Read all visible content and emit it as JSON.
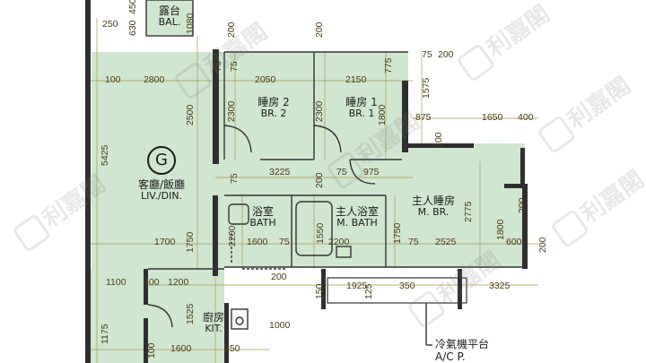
{
  "rooms": {
    "balcony": {
      "zh": "露台",
      "en": "BAL."
    },
    "bedroom2": {
      "zh": "睡房 2",
      "en": "BR. 2"
    },
    "bedroom1": {
      "zh": "睡房 1",
      "en": "BR. 1"
    },
    "living": {
      "zh": "客廳/飯廳",
      "en": "LIV./DIN."
    },
    "master_bedroom": {
      "zh": "主人睡房",
      "en": "M. BR."
    },
    "bath": {
      "zh": "浴室",
      "en": "BATH"
    },
    "master_bath": {
      "zh": "主人浴室",
      "en": "M. BATH"
    },
    "kitchen": {
      "zh": "廚房",
      "en": "KIT."
    },
    "ac_platform": {
      "zh": "冷氣機平台",
      "en": "A/C P."
    }
  },
  "marker": "G",
  "watermark": "利嘉閣",
  "dims": {
    "d_250": "250",
    "d_630": "630",
    "d_450": "450",
    "d_1080": "1080",
    "d_200a": "200",
    "d_200b": "200",
    "d_100a": "100",
    "d_2800": "2800",
    "d_75a": "75",
    "d_2050": "2050",
    "d_75b": "75",
    "d_2150": "2150",
    "d_775": "775",
    "d_75c": "75",
    "d_200c": "200",
    "d_1575": "1575",
    "d_2500": "2500",
    "d_2300a": "2300",
    "d_2300b": "2300",
    "d_1800a": "1800",
    "d_875": "875",
    "d_1650": "1650",
    "d_400a": "400",
    "d_200d": "200",
    "d_5425": "5425",
    "d_3225": "3225",
    "d_75d": "75",
    "d_975": "975",
    "d_75e": "75",
    "d_200e": "200",
    "d_2200a": "2200",
    "d_1750a": "1750",
    "d_1550": "1550",
    "d_1750b": "1750",
    "d_2775": "2775",
    "d_1800b": "1800",
    "d_1700": "1700",
    "d_1600a": "1600",
    "d_75f": "75",
    "d_2200b": "2200",
    "d_75g": "75",
    "d_2525": "2525",
    "d_600": "600",
    "d_200f": "200",
    "d_200g": "200",
    "d_1100": "1100",
    "d_400b": "400",
    "d_1200": "1200",
    "d_200h": "200",
    "d_125": "125",
    "d_150": "150",
    "d_1925": "1925",
    "d_350": "350",
    "d_3325": "3325",
    "d_1525": "1525",
    "d_1000": "1000",
    "d_1175": "1175",
    "d_1600b": "1600",
    "d_850": "850",
    "d_100b": "100"
  }
}
